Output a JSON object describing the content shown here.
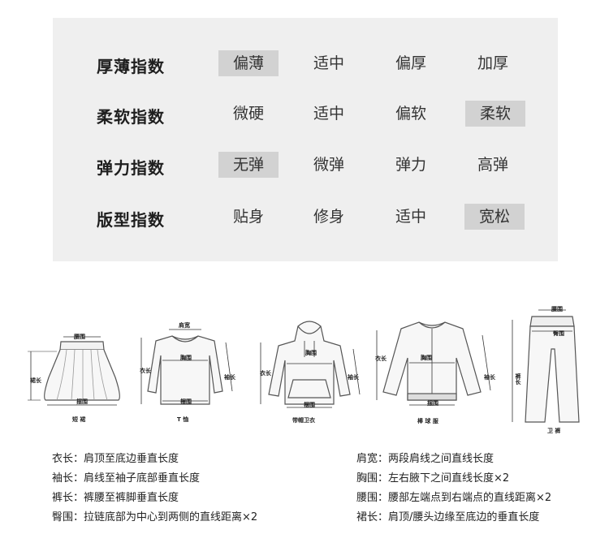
{
  "index_table": {
    "rows": [
      {
        "label": "厚薄指数",
        "options": [
          "偏薄",
          "适中",
          "偏厚",
          "加厚"
        ],
        "selected": 0
      },
      {
        "label": "柔软指数",
        "options": [
          "微硬",
          "适中",
          "偏软",
          "柔软"
        ],
        "selected": 3
      },
      {
        "label": "弹力指数",
        "options": [
          "无弹",
          "微弹",
          "弹力",
          "高弹"
        ],
        "selected": 0
      },
      {
        "label": "版型指数",
        "options": [
          "贴身",
          "修身",
          "适中",
          "宽松"
        ],
        "selected": 3
      }
    ]
  },
  "figures": {
    "skirt": {
      "caption": "短 裙",
      "waist": "腰围",
      "length": "裙长",
      "hem": "摆围"
    },
    "tshirt": {
      "caption": "T 恤",
      "shoulder": "肩宽",
      "chest": "胸围",
      "length": "衣长",
      "sleeve": "袖长",
      "hem": "摆围"
    },
    "hoodie": {
      "caption": "带帽卫衣",
      "chest": "胸围",
      "length": "衣长",
      "sleeve": "袖长",
      "hem": "摆围"
    },
    "jacket": {
      "caption": "棒 球 服",
      "chest": "胸围",
      "length": "衣长",
      "sleeve": "袖长",
      "hem": "摆围"
    },
    "pants": {
      "caption": "卫 裤",
      "waist": "腰围",
      "length": "裤长",
      "hip": "臀围"
    }
  },
  "legend": {
    "left": [
      "衣长：肩顶至底边垂直长度",
      "袖长：肩线至袖子底部垂直长度",
      "裤长：裤腰至裤脚垂直长度",
      "臀围：拉链底部为中心到两侧的直线距离×2"
    ],
    "right": [
      "肩宽：两段肩线之间直线长度",
      "胸围：左右腋下之间直线长度×2",
      "腰围：腰部左端点到右端点的直线距离×2",
      "裙长：肩顶/腰头边缘至底边的垂直长度"
    ]
  }
}
